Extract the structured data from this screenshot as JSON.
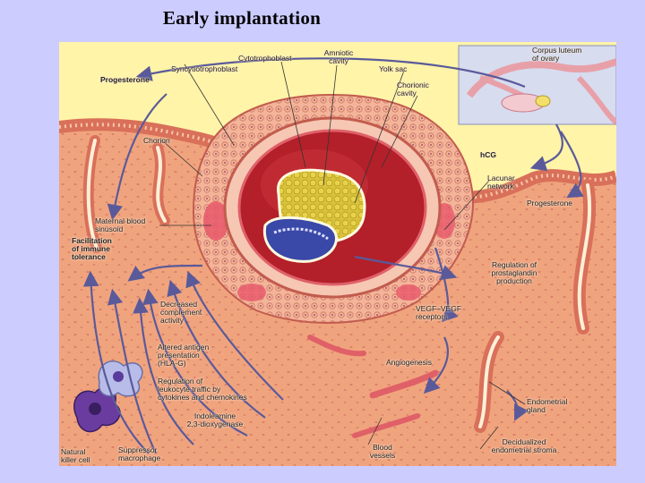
{
  "slide": {
    "title": "Early  implantation"
  },
  "labels": {
    "corpus_luteum": "Corpus luteum\nof ovary",
    "amniotic_cavity": "Amniotic\ncavity",
    "cytotrophoblast": "Cytotrophoblast",
    "syncytiotrophoblast": "Syncytiotrophoblast",
    "yolk_sac": "Yolk sac",
    "chorionic_cavity": "Chorionic\ncavity",
    "progesterone_top": "Progesterone",
    "chorion": "Chorion",
    "hcg": "hCG",
    "lacunar_network": "Lacunar\nnetwork",
    "progesterone_right": "Progesterone",
    "maternal_blood_sinusoid": "Maternal blood\nsinusoid",
    "facilitation_immune_tolerance": "Facilitation\nof immune\ntolerance",
    "regulation_prostaglandin": "Regulation of\nprostaglandin\nproduction",
    "decreased_complement": "Decreased\ncomplement\nactivity",
    "vegf_receptors": "VEGF–VEGF\nreceptors",
    "altered_antigen": "Altered antigen\npresentation\n(HLA-G)",
    "angiogenesis": "Angiogenesis",
    "regulation_leukocyte": "Regulation of\nleukocyte traffic by\ncytokines and chemokines",
    "endometrial_gland": "Endometrial\ngland",
    "indoleamine": "Indoleamine\n2,3-dioxygenase",
    "natural_killer_cell": "Natural\nkiller cell",
    "suppressor_macrophage": "Suppressor\nmacrophage",
    "blood_vessels": "Blood\nvessels",
    "decidualized_stroma": "Decidualized\nendometrial stroma"
  },
  "colors": {
    "background": "#ccccff",
    "stroma": "#f0a47e",
    "epithelium": "#d9705a",
    "lumen": "#fff4a8",
    "arrow": "#5a5a9a",
    "chorionic_cavity": "#b3202a",
    "amnion_yolk": "#d9b82a",
    "embryo_blue": "#3a48a8"
  }
}
